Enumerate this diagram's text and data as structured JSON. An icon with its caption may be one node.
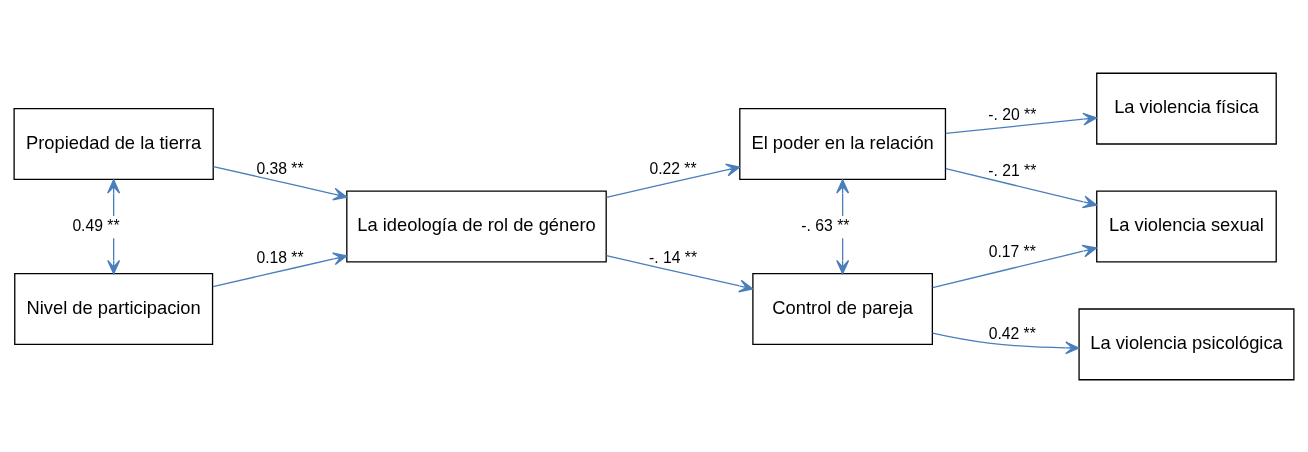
{
  "diagram": {
    "nodes": [
      {
        "text": [
          "Propiedad de la tierra"
        ]
      },
      {
        "text": [
          "Nivel de participacion"
        ]
      },
      {
        "text": [
          "La ideología de rol de género"
        ]
      },
      {
        "text": [
          "El poder en la relación"
        ]
      },
      {
        "text": [
          "Control de pareja"
        ]
      },
      {
        "text": [
          "La violencia física"
        ]
      },
      {
        "text": [
          "La violencia psicológica"
        ]
      },
      {
        "text": [
          "La violencia sexual"
        ]
      }
    ],
    "edges": [
      {
        "from": 0,
        "to": 1,
        "arrow": "both",
        "label": "0.49 **"
      },
      {
        "from": 0,
        "to": 2,
        "arrow": "to",
        "label": "0.38 **"
      },
      {
        "from": 1,
        "to": 2,
        "arrow": "to",
        "label": "0.18 **"
      },
      {
        "from": 2,
        "to": 3,
        "arrow": "to",
        "label": "0.22 **"
      },
      {
        "from": 2,
        "to": 4,
        "arrow": "to",
        "label": "-. 14 **"
      },
      {
        "from": 3,
        "to": 4,
        "arrow": "both",
        "label": "-. 63 **"
      },
      {
        "from": 3,
        "to": 5,
        "arrow": "to",
        "label": "-. 20 **"
      },
      {
        "from": 3,
        "to": 7,
        "arrow": "to",
        "label": "-. 21 **"
      },
      {
        "from": 4,
        "to": 6,
        "arrow": "to",
        "label": "0.42 **"
      },
      {
        "from": 4,
        "to": 7,
        "arrow": "to",
        "label": "0.17 **"
      }
    ]
  }
}
